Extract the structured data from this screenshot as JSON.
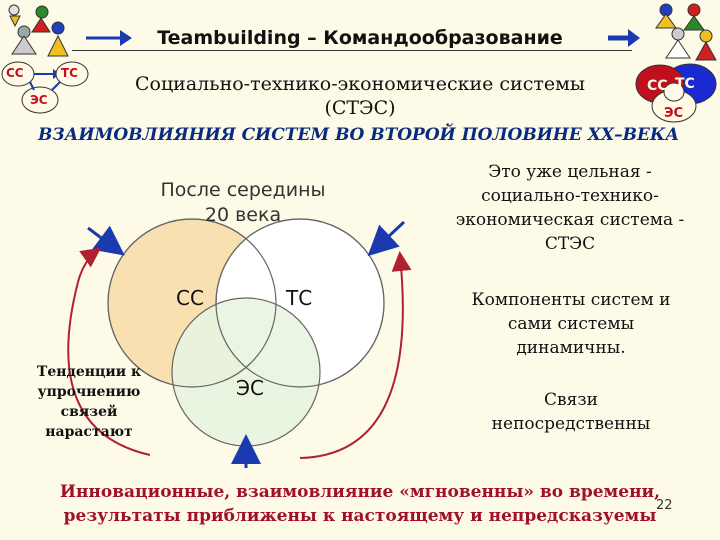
{
  "header": {
    "title": "Teambuilding – Командообразование"
  },
  "left_badge": {
    "cc": "СС",
    "tc": "ТС",
    "ec": "ЭС"
  },
  "right_badge": {
    "cc": "СС",
    "tc": "ТС",
    "ec": "ЭС"
  },
  "subtitle": {
    "line1": "Социально-технико-экономические системы",
    "line2": "(СТЭС)"
  },
  "section_title": "ВЗАИМОВЛИЯНИЯ СИСТЕМ ВО ВТОРОЙ ПОЛОВИНЕ XX–ВЕКА",
  "caption": {
    "line1": "После середины",
    "line2": "20 века"
  },
  "venn": {
    "cc": "СС",
    "tc": "ТС",
    "ec": "ЭС"
  },
  "left_note": [
    "Тенденции к",
    "упрочнению",
    "связей",
    "нарастают"
  ],
  "right": {
    "block1": [
      "Это уже цельная -",
      "социально-технико-",
      "экономическая система -",
      "СТЭС"
    ],
    "block2": [
      "Компоненты систем и",
      "сами системы",
      "динамичны."
    ],
    "block3": [
      "Связи",
      "непосредственны"
    ]
  },
  "bottom": {
    "line1": "Инновационные, взаимовлияние «мгновенны» во времени,",
    "line2": "результаты приближены к настоящему и непредсказуемы"
  },
  "page_number": "22",
  "colors": {
    "background": "#fdfbe8",
    "accent_red": "#a0102a",
    "accent_blue": "#0a2a80",
    "arrow_blue": "#1a3ab0",
    "curve_red": "#b02030"
  }
}
